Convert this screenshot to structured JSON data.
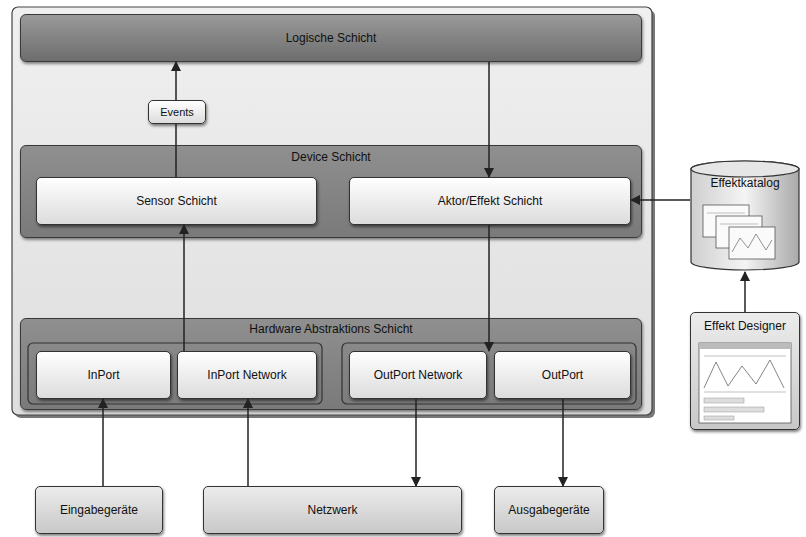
{
  "diagram": {
    "nodes": [
      {
        "text": [
          "Logische Schicht"
        ]
      },
      {
        "text": [
          "Events"
        ]
      },
      {
        "text": [
          "Device Schicht"
        ]
      },
      {
        "text": [
          "Sensor Schicht"
        ],
        "in": 2
      },
      {
        "text": [
          "Aktor/Effekt Schicht"
        ],
        "in": 2
      },
      {
        "text": [
          "Hardware Abstraktions Schicht"
        ]
      },
      {
        "text": [
          "InPort"
        ],
        "in": 5
      },
      {
        "text": [
          "InPort Network"
        ],
        "in": 5
      },
      {
        "text": [
          "OutPort Network"
        ],
        "in": 5
      },
      {
        "text": [
          "OutPort"
        ],
        "in": 5
      },
      {
        "text": [
          "Eingabegeräte"
        ]
      },
      {
        "text": [
          "Netzwerk"
        ]
      },
      {
        "text": [
          "Ausgabegeräte"
        ]
      },
      {
        "text": [
          "Effektkatalog"
        ]
      },
      {
        "text": [
          "Effekt Designer"
        ]
      }
    ],
    "edges": [
      {
        "from": 3,
        "to": 1,
        "arrow": "none"
      },
      {
        "from": 1,
        "to": 0,
        "arrow": "to"
      },
      {
        "from": 0,
        "to": 4,
        "arrow": "to"
      },
      {
        "from": 7,
        "to": 3,
        "arrow": "to"
      },
      {
        "from": 4,
        "to": 8,
        "arrow": "to"
      },
      {
        "from": 10,
        "to": 6,
        "arrow": "to"
      },
      {
        "from": 11,
        "to": 7,
        "arrow": "to"
      },
      {
        "from": 8,
        "to": 11,
        "arrow": "to"
      },
      {
        "from": 9,
        "to": 12,
        "arrow": "to"
      },
      {
        "from": 13,
        "to": 4,
        "arrow": "to"
      },
      {
        "from": 14,
        "to": 13,
        "arrow": "to"
      }
    ]
  }
}
